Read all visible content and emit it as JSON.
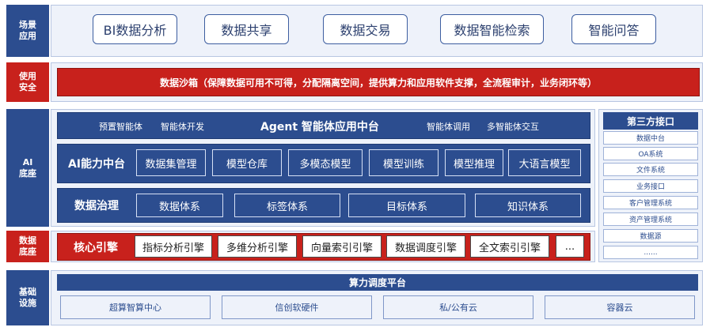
{
  "layers": {
    "scenario": "场景\n应用",
    "security": "使用\n安全",
    "ai": "AI\n底座",
    "data": "数据\n底座",
    "infra": "基础\n设施"
  },
  "scenario_apps": [
    "BI数据分析",
    "数据共享",
    "数据交易",
    "数据智能检索",
    "智能问答"
  ],
  "sandbox": "数据沙箱（保障数据可用不可得，分配隔离空间，提供算力和应用软件支撑，全流程审计，业务闭环等）",
  "agent_row": {
    "left1": "预置智能体",
    "left2": "智能体开发",
    "title": "Agent 智能体应用中台",
    "right1": "智能体调用",
    "right2": "多智能体交互"
  },
  "ai_capability": {
    "title": "AI能力中台",
    "items": [
      "数据集管理",
      "模型仓库",
      "多模态模型",
      "模型训练",
      "模型推理",
      "大语言模型"
    ]
  },
  "data_governance": {
    "title": "数据治理",
    "items": [
      "数据体系",
      "标签体系",
      "目标体系",
      "知识体系"
    ]
  },
  "core_engine": {
    "title": "核心引擎",
    "items": [
      "指标分析引擎",
      "多维分析引擎",
      "向量索引引擎",
      "数据调度引擎",
      "全文索引引擎",
      "..."
    ]
  },
  "third_party": {
    "title": "第三方接口",
    "items": [
      "数据中台",
      "OA系统",
      "文件系统",
      "业务接口",
      "客户管理系统",
      "资产管理系统",
      "数据源",
      "......"
    ]
  },
  "infrastructure": {
    "title": "算力调度平台",
    "items": [
      "超算智算中心",
      "信创软硬件",
      "私/公有云",
      "容器云"
    ]
  }
}
